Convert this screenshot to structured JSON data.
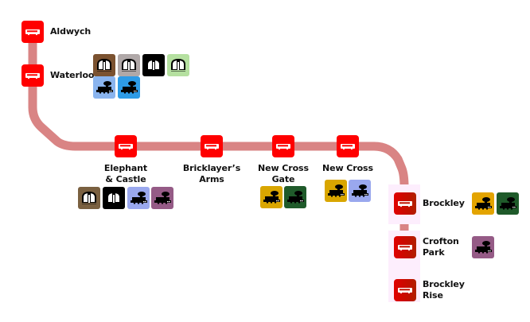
{
  "map": {
    "line_color": "#d98484",
    "stop_color": "#ff0000",
    "stations": [
      {
        "name": "Aldwych",
        "stop_icon": "bus-icon",
        "connections": []
      },
      {
        "name": "Waterloo",
        "stop_icon": "bus-icon",
        "connections": [
          {
            "type": "tube-icon",
            "color": "#7b5230"
          },
          {
            "type": "tube-icon",
            "color": "#b0a8a8"
          },
          {
            "type": "tube-icon",
            "color": "#000000"
          },
          {
            "type": "tube-icon",
            "color": "#b5e0a0"
          },
          {
            "type": "train-icon",
            "color": "#8ab4ee"
          },
          {
            "type": "train-icon",
            "color": "#2e9be6"
          }
        ]
      },
      {
        "name_line1": "Elephant",
        "name_line2": "& Castle",
        "stop_icon": "bus-icon",
        "connections": [
          {
            "type": "tube-icon",
            "color": "#7a6040"
          },
          {
            "type": "tube-icon",
            "color": "#000000"
          },
          {
            "type": "train-icon",
            "color": "#9aa8ee"
          },
          {
            "type": "train-icon",
            "color": "#955b86"
          }
        ]
      },
      {
        "name_line1": "Bricklayer’s",
        "name_line2": "Arms",
        "stop_icon": "bus-icon",
        "connections": []
      },
      {
        "name_line1": "New Cross",
        "name_line2": "Gate",
        "stop_icon": "bus-icon",
        "connections": [
          {
            "type": "train-icon",
            "color": "#d9a600"
          },
          {
            "type": "train-icon",
            "color": "#1f5a2a"
          }
        ]
      },
      {
        "name": "New Cross",
        "stop_icon": "bus-icon",
        "connections": [
          {
            "type": "train-icon",
            "color": "#d9a600"
          },
          {
            "type": "train-icon",
            "color": "#9aa8ee"
          }
        ]
      },
      {
        "name": "Brockley",
        "stop_icon": "bus-icon",
        "connections": [
          {
            "type": "train-icon",
            "color": "#e3a400"
          },
          {
            "type": "train-icon",
            "color": "#1f5a2a"
          }
        ]
      },
      {
        "name_line1": "Crofton",
        "name_line2": "Park",
        "stop_icon": "bus-icon",
        "connections": [
          {
            "type": "train-icon",
            "color": "#955b86"
          }
        ]
      },
      {
        "name_line1": "Brockley",
        "name_line2": "Rise",
        "stop_icon": "bus-icon",
        "connections": []
      }
    ]
  }
}
